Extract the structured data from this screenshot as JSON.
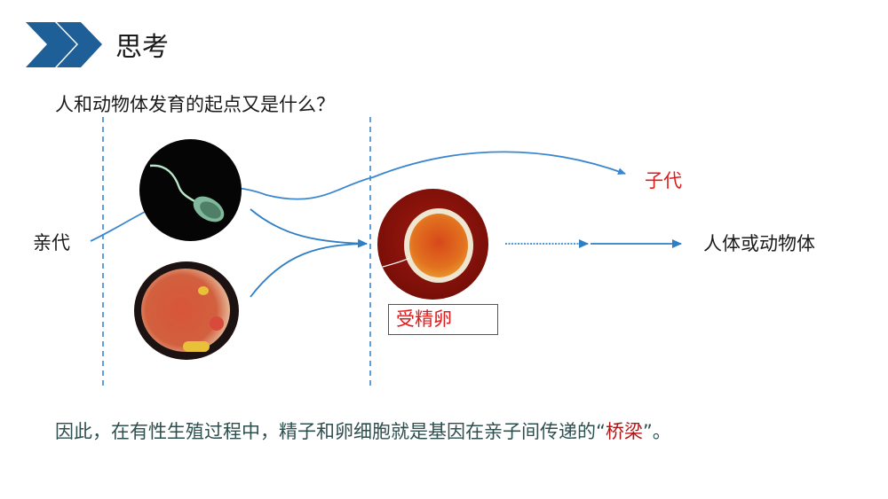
{
  "header": {
    "icon": "double-chevron-right-icon",
    "title": "思考"
  },
  "question": "人和动物体发育的起点又是什么？",
  "diagram": {
    "parent_label": "亲代",
    "offspring_label": "子代",
    "sperm_image": "sperm-cell-image",
    "egg_image": "egg-cell-image",
    "zygote_image": "fertilized-egg-image",
    "zygote_label": "受精卵",
    "result_label": "人体或动物体"
  },
  "conclusion": {
    "prefix": "因此，在有性生殖过程中，精子和卵细胞就是基因在亲子间传递的“",
    "highlight": "桥梁",
    "suffix": "”。"
  },
  "colors": {
    "accent_blue": "#1f5f97",
    "line_blue": "#3a87d0",
    "red_text": "#e01b1b",
    "dark_red": "#b01515"
  }
}
